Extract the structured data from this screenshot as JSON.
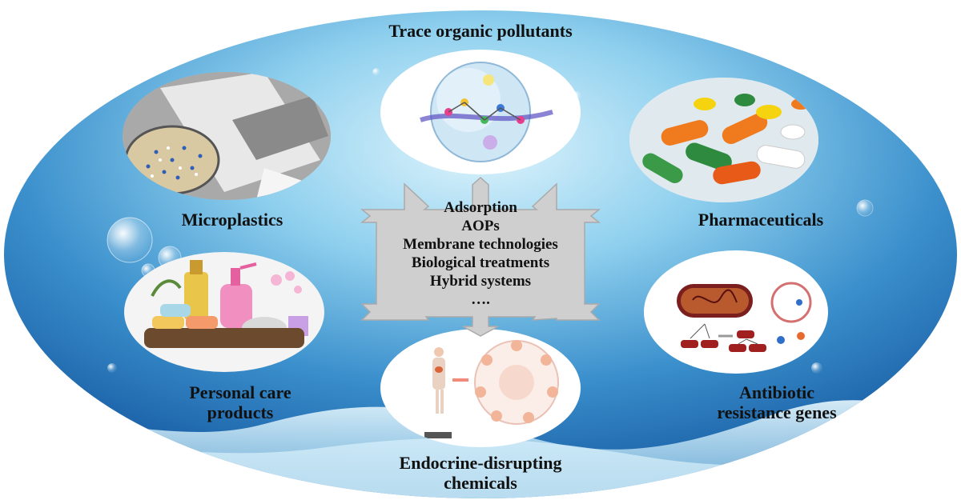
{
  "title": "Trace organic pollutants",
  "categories": {
    "microplastics": "Microplastics",
    "pharmaceuticals": "Pharmaceuticals",
    "personal_care": [
      "Personal care",
      "products"
    ],
    "antibiotic": [
      "Antibiotic",
      "resistance genes"
    ],
    "endocrine": [
      "Endocrine-disrupting",
      "chemicals"
    ]
  },
  "treatments": [
    "Adsorption",
    "AOPs",
    "Membrane technologies",
    "Biological treatments",
    "Hybrid systems",
    "…."
  ],
  "colors": {
    "ellipse_dark": "#1f6fb8",
    "ellipse_light": "#bfe6f7",
    "arrow_fill": "#c9c9c9",
    "arrow_stroke": "#a8a8a8"
  }
}
